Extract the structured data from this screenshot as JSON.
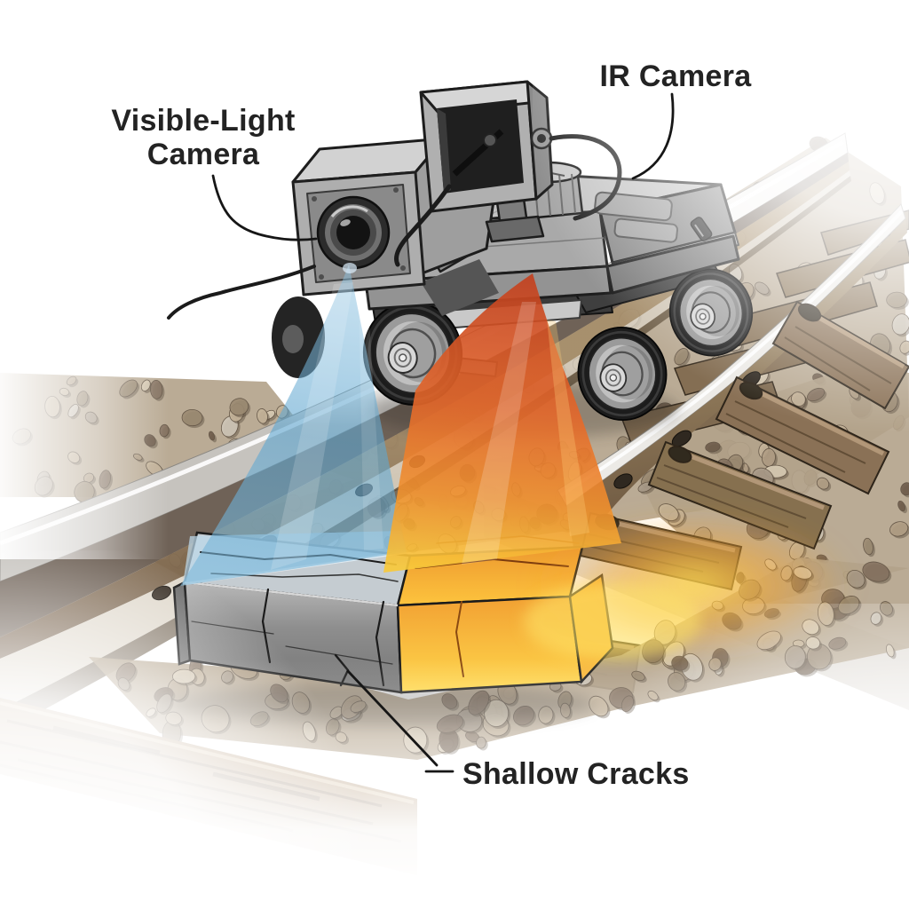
{
  "labels": {
    "visible_light_line1": "Visible-Light",
    "visible_light_line2": "Camera",
    "ir_camera": "IR Camera",
    "shallow_cracks": "Shallow Cracks"
  },
  "colors": {
    "label_text": "#232323",
    "leader_line": "#161616",
    "beam_blue_top": "#93c6e3",
    "beam_blue_mid": "#5ea5cf",
    "beam_blue_bottom": "#7cb8da",
    "beam_ir_top": "#c2401f",
    "beam_ir_mid": "#e4672a",
    "beam_ir_orange": "#f0912e",
    "beam_ir_bottom": "#f8c93a",
    "glow_core": "#ffe155",
    "glow_mid": "#f8a833",
    "block_blue_lit": "#bdd9ec",
    "block_orange_hot": "#ffd84c",
    "block_orange": "#f09a30",
    "rail_shine": "#f6f5f3",
    "rail_rust_light": "#a68e6b",
    "rail_rust_dark": "#6b5540",
    "sleeper_top": "#93795c",
    "sleeper_side": "#5e4b37",
    "gravel_base": "#b3a28a",
    "gravel_palette": [
      "#d8cbb4",
      "#c5b49a",
      "#b19e85",
      "#9b8a72",
      "#857260",
      "#6e5c4b",
      "#cfc6b8",
      "#a89a88"
    ]
  }
}
